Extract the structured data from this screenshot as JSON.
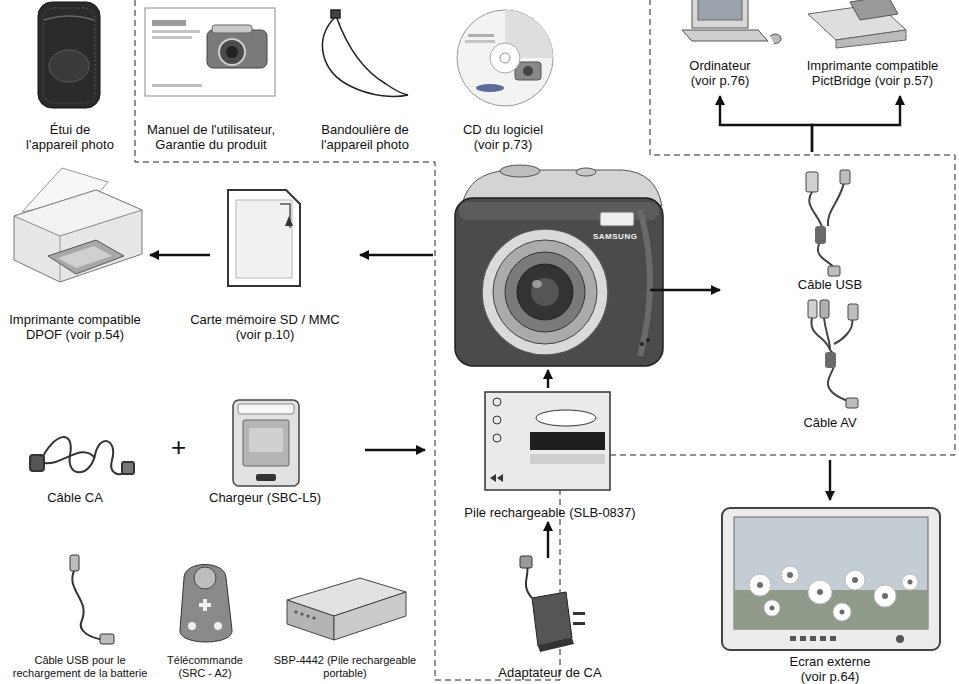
{
  "diagram": {
    "nodes": [
      {
        "text": [
          "Étui de l'appareil photo"
        ]
      },
      {
        "text": [
          "Manuel de l'utilisateur, Garantie du produit"
        ]
      },
      {
        "text": [
          "Bandoulière de l'appareil photo"
        ]
      },
      {
        "text": [
          "CD du logiciel (voir p.73)"
        ]
      },
      {
        "text": [
          "Ordinateur (voir p.76)"
        ]
      },
      {
        "text": [
          "Imprimante compatible PictBridge (voir p.57)"
        ]
      },
      {
        "text": [
          "Imprimante compatible DPOF (voir p.54)"
        ]
      },
      {
        "text": [
          "Carte mémoire SD / MMC (voir p.10)"
        ]
      },
      {
        "text": [
          "SAMSUNG"
        ]
      },
      {
        "text": [
          "Câble USB"
        ]
      },
      {
        "text": [
          "Câble AV"
        ]
      },
      {
        "text": [
          "Câble CA"
        ]
      },
      {
        "text": [
          "Chargeur (SBC-L5)"
        ]
      },
      {
        "text": [
          "Pile rechargeable (SLB-0837)"
        ]
      },
      {
        "text": [
          "Ecran externe (voir p.64)"
        ]
      },
      {
        "text": [
          "Câble USB pour le rechargement de la batterie"
        ]
      },
      {
        "text": [
          "Télécommande (SRC - A2)"
        ]
      },
      {
        "text": [
          "SBP-4442 (Pile rechargeable portable)"
        ]
      },
      {
        "text": [
          "Adaptateur de CA"
        ]
      }
    ],
    "edges": [
      {
        "from": 8,
        "to": 7,
        "arrow": "to"
      },
      {
        "from": 7,
        "to": 6,
        "arrow": "to"
      },
      {
        "from": 8,
        "to": 9,
        "arrow": "to"
      },
      {
        "from": 9,
        "to": 4,
        "arrow": "to"
      },
      {
        "from": 9,
        "to": 5,
        "arrow": "to"
      },
      {
        "from": 10,
        "to": 14,
        "arrow": "to"
      },
      {
        "from": 12,
        "to": 13,
        "arrow": "to"
      },
      {
        "from": 13,
        "to": 8,
        "arrow": "to"
      },
      {
        "from": 18,
        "to": 13,
        "arrow": "to"
      }
    ],
    "labels": [
      "+"
    ]
  }
}
